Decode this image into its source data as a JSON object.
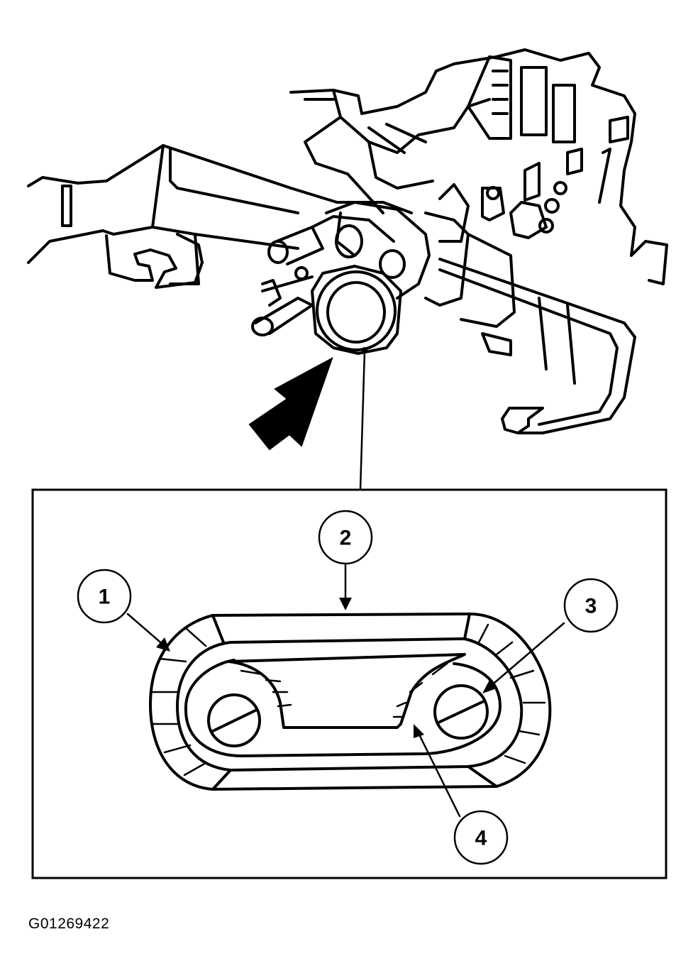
{
  "callouts": [
    {
      "label": "1"
    },
    {
      "label": "2"
    },
    {
      "label": "3"
    },
    {
      "label": "4"
    }
  ],
  "figure_id": "G01269422",
  "colors": {
    "ink": "#000000",
    "paper": "#ffffff"
  }
}
